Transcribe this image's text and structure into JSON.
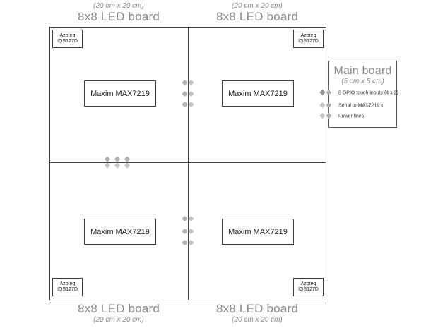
{
  "boards": [
    {
      "position": "top-left",
      "dimensions": "(20 cm x 20 cm)",
      "title": "8x8 LED board",
      "chip": "Maxim MAX7219",
      "sensor": [
        "Azoteq",
        "IQS127D"
      ]
    },
    {
      "position": "top-right",
      "dimensions": "(20 cm x 20 cm)",
      "title": "8x8 LED board",
      "chip": "Maxim MAX7219",
      "sensor": [
        "Azoteq",
        "IQS127D"
      ]
    },
    {
      "position": "bottom-left",
      "dimensions": "(20 cm x 20 cm)",
      "title": "8x8 LED board",
      "chip": "Maxim MAX7219",
      "sensor": [
        "Azoteq",
        "IQS127D"
      ]
    },
    {
      "position": "bottom-right",
      "dimensions": "(20 cm x 20 cm)",
      "title": "8x8 LED board",
      "chip": "Maxim MAX7219",
      "sensor": [
        "Azoteq",
        "IQS127D"
      ]
    }
  ],
  "main_board": {
    "title": "Main board",
    "dimensions": "(5 cm x 5 cm)",
    "legend": [
      "8 GPIO touch inputs (4 x 2)",
      "Serial to MAX7219's",
      "Power lines"
    ]
  },
  "colors": {
    "title_gray": "#8a8a8a",
    "outline": "#3f3f3f",
    "marker_gray": "#b2b2b2",
    "text_dark": "#1f1f1f"
  }
}
